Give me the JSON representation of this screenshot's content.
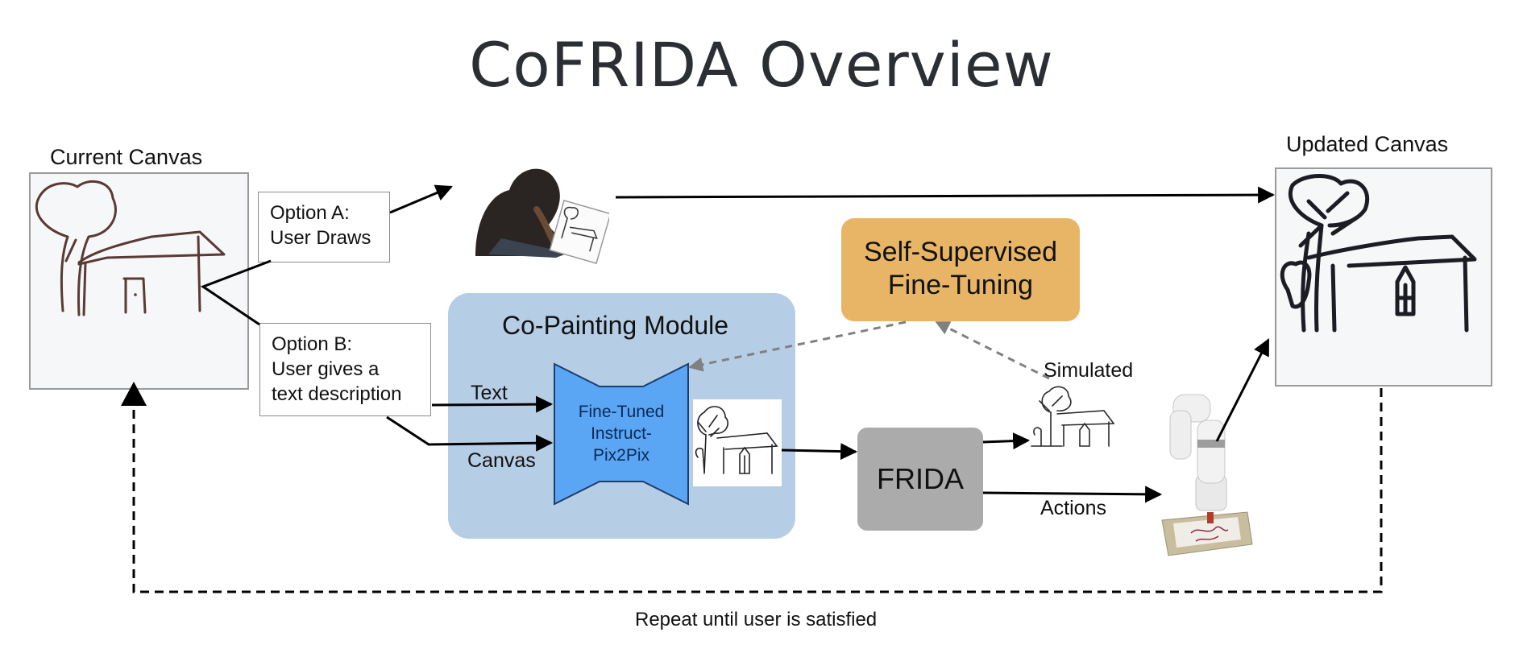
{
  "title": "CoFRIDA Overview",
  "current_canvas": {
    "label": "Current Canvas"
  },
  "updated_canvas": {
    "label": "Updated Canvas"
  },
  "option_a": {
    "line1": "Option A:",
    "line2": "User Draws"
  },
  "option_b": {
    "line1": "Option B:",
    "line2": "User gives a",
    "line3": "text description"
  },
  "co_painting": {
    "title": "Co-Painting Module",
    "model_line1": "Fine-Tuned",
    "model_line2": "Instruct-",
    "model_line3": "Pix2Pix"
  },
  "inputs": {
    "text": "Text",
    "canvas": "Canvas"
  },
  "self_supervised": {
    "line1": "Self-Supervised",
    "line2": "Fine-Tuning"
  },
  "frida": {
    "label": "FRIDA"
  },
  "outputs": {
    "simulated": "Simulated",
    "actions": "Actions"
  },
  "loop": {
    "label": "Repeat until user is satisfied"
  },
  "colors": {
    "module_bg": "#b6cde6",
    "model_blue": "#5aa6f4",
    "sst_orange": "#e7b565",
    "frida_gray": "#ababab",
    "title_color": "#2b2e33"
  }
}
